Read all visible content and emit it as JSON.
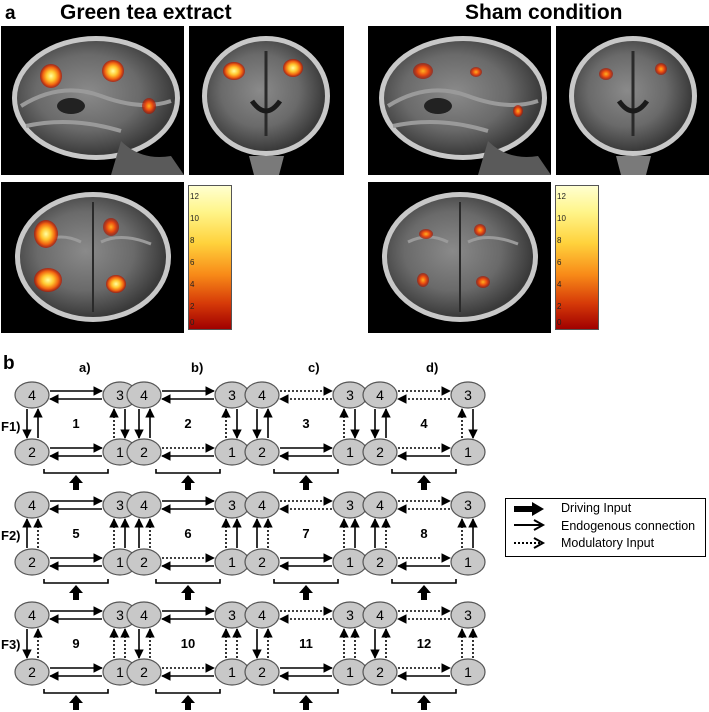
{
  "panel_a": {
    "label": "a",
    "left_title": "Green tea extract",
    "right_title": "Sham condition",
    "colorbar_ticks": [
      "12",
      "10",
      "8",
      "6",
      "4",
      "2",
      "0"
    ]
  },
  "panel_b": {
    "label": "b",
    "columns": [
      "a)",
      "b)",
      "c)",
      "d)"
    ],
    "rows": [
      "F1)",
      "F2)",
      "F3)"
    ],
    "models": [
      "1",
      "2",
      "3",
      "4",
      "5",
      "6",
      "7",
      "8",
      "9",
      "10",
      "11",
      "12"
    ],
    "node_labels": [
      "4",
      "3",
      "2",
      "1"
    ],
    "legend": {
      "driving": "Driving Input",
      "endogenous": "Endogenous connection",
      "modulatory": "Modulatory Input"
    }
  }
}
